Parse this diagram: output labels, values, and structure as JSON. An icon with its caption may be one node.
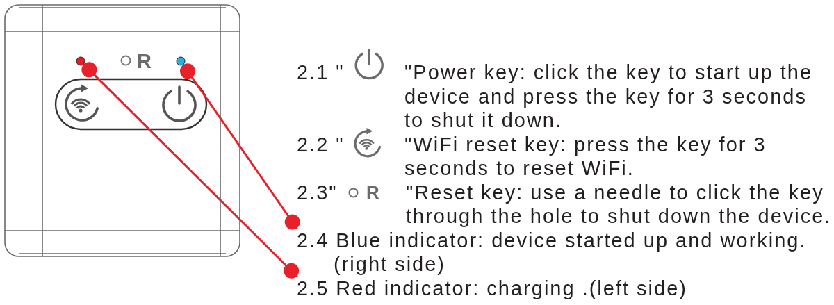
{
  "diagram": {
    "nodes": [
      {
        "text": [],
        "shape": "circle"
      },
      {
        "text": [],
        "shape": "circle"
      },
      {
        "text": [
          "2.4 Blue indicator: device started up and working. (right side)"
        ]
      },
      {
        "text": [
          "2.5 Red indicator: charging .(left side)"
        ]
      }
    ],
    "edges": [
      {
        "from": 2,
        "to": 1,
        "arrow": "other"
      },
      {
        "from": 3,
        "to": 0,
        "arrow": "other"
      }
    ],
    "labels": [
      "R",
      "2.1 \"",
      "\"Power key: click the key to start up the device and press the key for 3 seconds to shut it down.",
      "2.2 \"",
      "\"WiFi reset key: press the key for 3 seconds to reset WiFi.",
      "2.3\"",
      "R",
      "\"Reset key: use a needle to click the key through the hole to shut down the device."
    ]
  }
}
